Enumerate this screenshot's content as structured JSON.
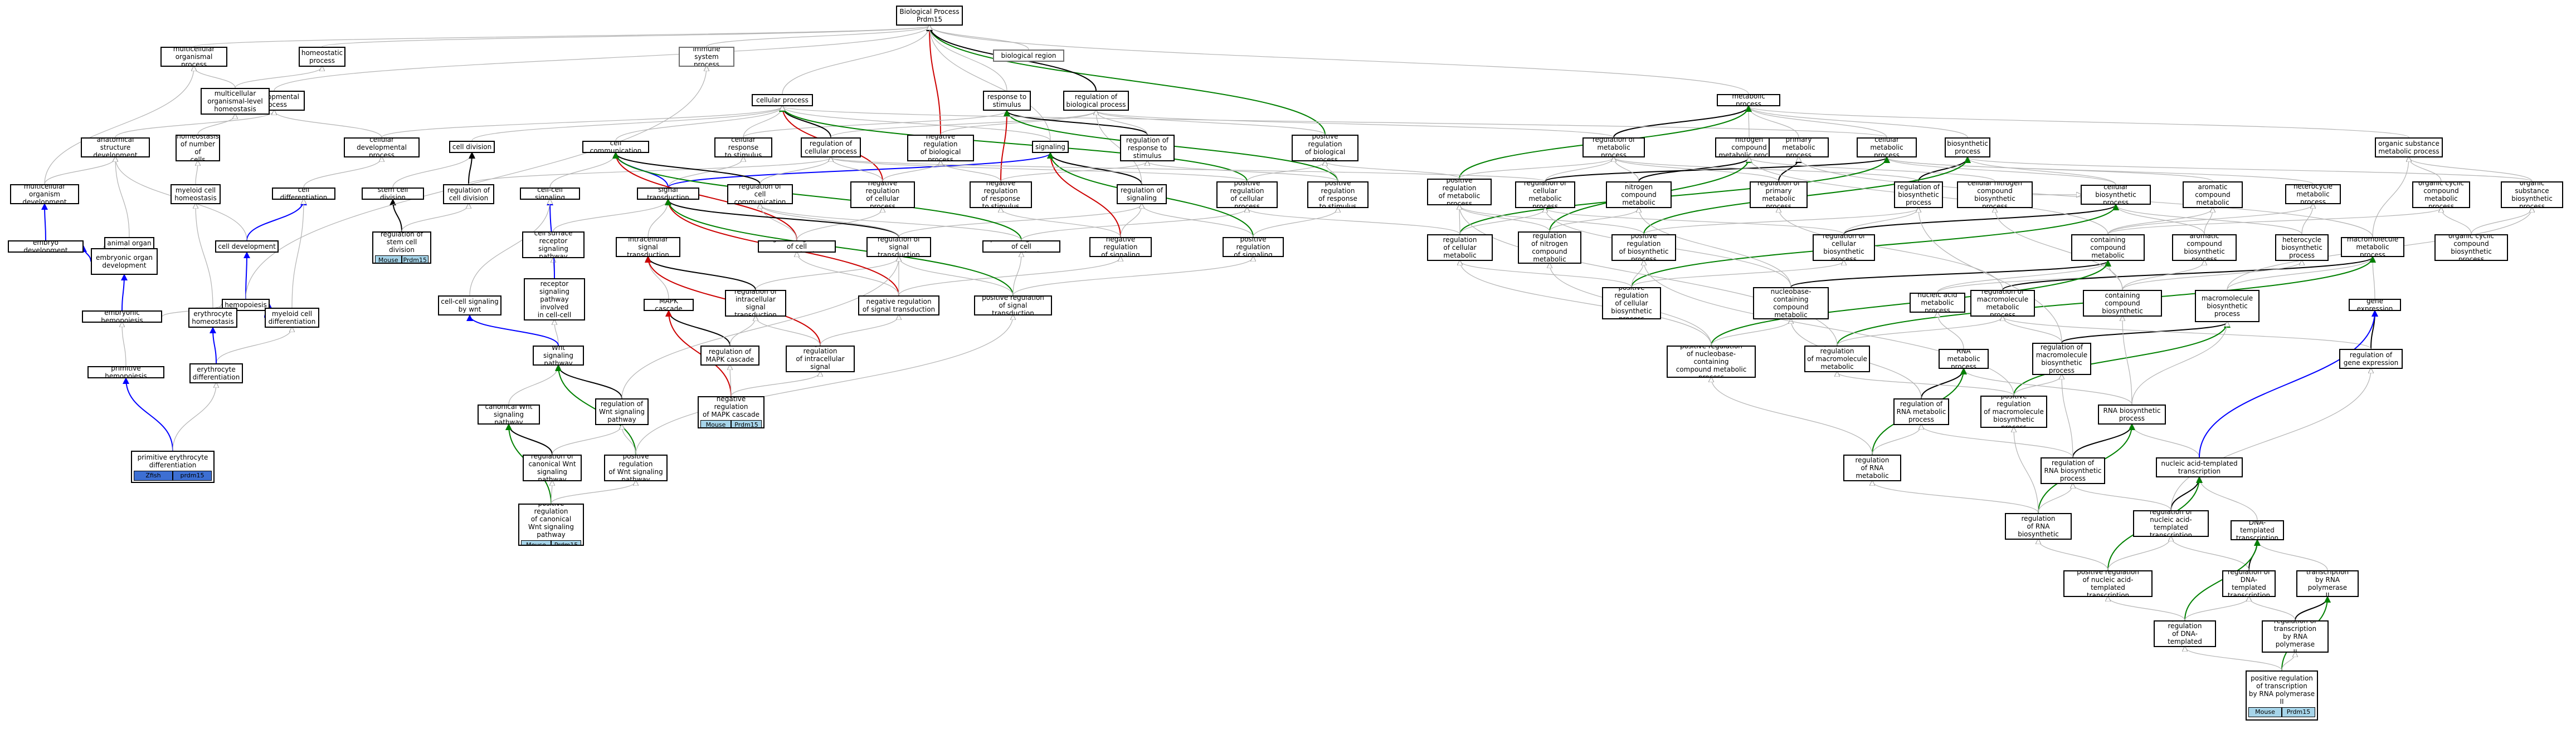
{
  "nodes": {
    "bp": {
      "label": "Biological Process\nPrdm15"
    },
    "biological_region": {
      "label": "biological region"
    },
    "multicell_org": {
      "label": "multicellular\norganismal process"
    },
    "homeostatic": {
      "label": "homeostatic\nprocess"
    },
    "immune": {
      "label": "immune system\nprocess"
    },
    "developmental": {
      "label": "developmental\nprocess"
    },
    "mc_homeostasis": {
      "label": "multicellular\norganismal-level\nhomeostasis"
    },
    "cellular_process": {
      "label": "cellular process"
    },
    "response_stimulus": {
      "label": "response to\nstimulus"
    },
    "reg_bio": {
      "label": "regulation of\nbiological process"
    },
    "neg_reg_bio": {
      "label": "negative regulation\nof biological\nprocess"
    },
    "pos_reg_bio": {
      "label": "positive regulation\nof biological\nprocess"
    },
    "anat_struct": {
      "label": "anatomical structure\ndevelopment"
    },
    "homeo_cells": {
      "label": "homeostasis\nof number of\ncells"
    },
    "cell_dev_proc": {
      "label": "cellular developmental\nprocess"
    },
    "cell_division": {
      "label": "cell division"
    },
    "cell_communication": {
      "label": "cell communication"
    },
    "cell_resp_stim": {
      "label": "cellular response\nto stimulus"
    },
    "reg_cell_proc": {
      "label": "regulation of\ncellular process"
    },
    "signaling": {
      "label": "signaling"
    },
    "reg_resp_stim": {
      "label": "regulation of\nresponse to\nstimulus"
    },
    "multicell_org_dev": {
      "label": "multicellular\norganism development"
    },
    "myeloid_homeo": {
      "label": "myeloid cell\nhomeostasis"
    },
    "cell_differentiation": {
      "label": "cell differentiation"
    },
    "stem_cell_division": {
      "label": "stem cell division"
    },
    "reg_cell_division": {
      "label": "regulation of\ncell division"
    },
    "cell_cell_signaling": {
      "label": "cell-cell signaling"
    },
    "signal_transduction": {
      "label": "signal transduction"
    },
    "reg_cell_comm": {
      "label": "regulation of\ncell communication"
    },
    "neg_reg_cell_proc": {
      "label": "negative regulation\nof cellular\nprocess"
    },
    "neg_reg_resp": {
      "label": "negative regulation\nof response\nto stimulus"
    },
    "reg_signaling": {
      "label": "regulation of\nsignaling"
    },
    "pos_reg_cell_proc": {
      "label": "positive regulation\nof cellular\nprocess"
    },
    "pos_reg_resp": {
      "label": "positive regulation\nof response\nto stimulus"
    },
    "embryo_dev": {
      "label": "embryo development"
    },
    "animal_organ_dev": {
      "label": "animal organ\ndevelopment"
    },
    "cell_development": {
      "label": "cell development"
    },
    "reg_stem_cell_div": {
      "label": "regulation of\nstem cell division"
    },
    "cs_receptor": {
      "label": "cell surface\nreceptor signaling\npathway"
    },
    "intracellular_st": {
      "label": "intracellular\nsignal transduction"
    },
    "neg_reg_cell_comm": {
      "label": "negative regulation\nof cell communication"
    },
    "reg_signal_trans": {
      "label": "regulation of\nsignal transduction"
    },
    "pos_reg_cell_comm": {
      "label": "positive regulation\nof cell communication"
    },
    "neg_reg_signaling": {
      "label": "negative regulation\nof signaling"
    },
    "pos_reg_signaling": {
      "label": "positive regulation\nof signaling"
    },
    "embryonic_organ_dev": {
      "label": "embryonic organ\ndevelopment"
    },
    "hemopoiesis": {
      "label": "hemopoiesis"
    },
    "cs_receptor_cc": {
      "label": "cell surface\nreceptor signaling\npathway involved\nin cell-cell\nsignaling"
    },
    "cc_signaling_wnt": {
      "label": "cell-cell signaling\nby wnt"
    },
    "mapk_cascade": {
      "label": "MAPK cascade"
    },
    "reg_intra_st": {
      "label": "regulation of\nintracellular\nsignal transduction"
    },
    "neg_reg_st": {
      "label": "negative regulation\nof signal transduction"
    },
    "pos_reg_st": {
      "label": "positive regulation\nof signal transduction"
    },
    "embryonic_hemo": {
      "label": "embryonic hemopoiesis"
    },
    "erythrocyte_homeo": {
      "label": "erythrocyte\nhomeostasis"
    },
    "myeloid_diff": {
      "label": "myeloid cell\ndifferentiation"
    },
    "wnt_pathway": {
      "label": "Wnt signaling\npathway"
    },
    "reg_mapk": {
      "label": "regulation of\nMAPK cascade"
    },
    "neg_reg_intra_st": {
      "label": "negative regulation\nof intracellular\nsignal transduction"
    },
    "primitive_hemo": {
      "label": "primitive hemopoiesis"
    },
    "erythrocyte_diff": {
      "label": "erythrocyte\ndifferentiation"
    },
    "canonical_wnt": {
      "label": "canonical Wnt\nsignaling pathway"
    },
    "reg_wnt": {
      "label": "regulation of\nWnt signaling\npathway"
    },
    "neg_reg_mapk": {
      "label": "negative regulation\nof MAPK cascade"
    },
    "prim_ery_diff": {
      "label": "primitive erythrocyte\ndifferentiation"
    },
    "reg_canonical_wnt": {
      "label": "regulation of\ncanonical Wnt\nsignaling pathway"
    },
    "pos_reg_wnt": {
      "label": "positive regulation\nof Wnt signaling\npathway"
    },
    "pos_reg_canonical_wnt": {
      "label": "positive regulation\nof canonical\nWnt signaling\npathway"
    },
    "metabolic": {
      "label": "metabolic process"
    },
    "reg_metabolic": {
      "label": "regulation of\nmetabolic process"
    },
    "nitrogen_met": {
      "label": "nitrogen compound\nmetabolic process"
    },
    "primary_met": {
      "label": "primary metabolic\nprocess"
    },
    "cellular_met": {
      "label": "cellular metabolic\nprocess"
    },
    "biosynthetic": {
      "label": "biosynthetic\nprocess"
    },
    "organic_sub_met": {
      "label": "organic substance\nmetabolic process"
    },
    "pos_reg_met": {
      "label": "positive regulation\nof metabolic\nprocess"
    },
    "reg_cell_met": {
      "label": "regulation of\ncellular metabolic\nprocess"
    },
    "reg_nitrogen_met": {
      "label": "regulation of\nnitrogen compound\nmetabolic process"
    },
    "reg_primary_met": {
      "label": "regulation of\nprimary metabolic\nprocess"
    },
    "reg_biosynthetic": {
      "label": "regulation of\nbiosynthetic\nprocess"
    },
    "cell_nitrogen_bios": {
      "label": "cellular nitrogen\ncompound biosynthetic\nprocess"
    },
    "cell_bios": {
      "label": "cellular biosynthetic\nprocess"
    },
    "cell_aromatic_met": {
      "label": "cellular aromatic\ncompound metabolic\nprocess"
    },
    "heterocycle_met": {
      "label": "heterocycle\nmetabolic process"
    },
    "organic_cyclic_met": {
      "label": "organic cyclic\ncompound metabolic\nprocess"
    },
    "organic_sub_bios": {
      "label": "organic substance\nbiosynthetic\nprocess"
    },
    "pos_reg_cell_met": {
      "label": "positive regulation\nof cellular\nmetabolic process"
    },
    "pos_reg_nitrogen_met": {
      "label": "positive regulation\nof nitrogen\ncompound metabolic\nprocess"
    },
    "pos_reg_bios": {
      "label": "positive regulation\nof biosynthetic\nprocess"
    },
    "reg_cell_bios": {
      "label": "regulation of\ncellular biosynthetic\nprocess"
    },
    "nucleobase_met": {
      "label": "nucleobase-containing\ncompound metabolic\nprocess"
    },
    "aromatic_bios": {
      "label": "aromatic compound\nbiosynthetic\nprocess"
    },
    "heterocycle_bios": {
      "label": "heterocycle\nbiosynthetic\nprocess"
    },
    "macromolecule_met": {
      "label": "macromolecule\nmetabolic process"
    },
    "organic_cyclic_bios": {
      "label": "organic cyclic\ncompound biosynthetic\nprocess"
    },
    "pos_reg_cell_bios": {
      "label": "positive regulation\nof cellular\nbiosynthetic\nprocess"
    },
    "reg_nucleobase_met": {
      "label": "regulation of\nnucleobase-containing\ncompound metabolic\nprocess"
    },
    "nucleic_acid_met": {
      "label": "nucleic acid\nmetabolic process"
    },
    "reg_macromolecule_met": {
      "label": "regulation of\nmacromolecule\nmetabolic process"
    },
    "nucleobase_bios": {
      "label": "nucleobase-containing\ncompound biosynthetic\nprocess"
    },
    "macromolecule_bios": {
      "label": "macromolecule\nbiosynthetic\nprocess"
    },
    "gene_expression": {
      "label": "gene expression"
    },
    "pos_reg_nucleobase_met": {
      "label": "positive regulation\nof nucleobase-containing\ncompound metabolic\nprocess"
    },
    "pos_reg_macro_met": {
      "label": "positive regulation\nof macromolecule\nmetabolic process"
    },
    "rna_met": {
      "label": "RNA metabolic\nprocess"
    },
    "reg_macro_bios": {
      "label": "regulation of\nmacromolecule\nbiosynthetic\nprocess"
    },
    "reg_gene_expression": {
      "label": "regulation of\ngene expression"
    },
    "reg_rna_met": {
      "label": "regulation of\nRNA metabolic\nprocess"
    },
    "pos_reg_macro_bios": {
      "label": "positive regulation\nof macromolecule\nbiosynthetic\nprocess"
    },
    "rna_bios": {
      "label": "RNA biosynthetic\nprocess"
    },
    "pos_reg_rna_met": {
      "label": "positive regulation\nof RNA metabolic\nprocess"
    },
    "reg_rna_bios": {
      "label": "regulation of\nRNA biosynthetic\nprocess"
    },
    "na_templated_tx": {
      "label": "nucleic acid-templated\ntranscription"
    },
    "pos_reg_rna_bios": {
      "label": "positive regulation\nof RNA biosynthetic\nprocess"
    },
    "reg_na_templated_tx": {
      "label": "regulation of\nnucleic acid-templated\ntranscription"
    },
    "dna_templated_tx": {
      "label": "DNA-templated\ntranscription"
    },
    "pos_reg_na_tx": {
      "label": "positive regulation\nof nucleic acid-templated\ntranscription"
    },
    "reg_dna_tx": {
      "label": "regulation of\nDNA-templated\ntranscription"
    },
    "tx_rna_pol2": {
      "label": "transcription\nby RNA polymerase\nII"
    },
    "pos_reg_dna_tx": {
      "label": "positive regulation\nof DNA-templated\ntranscription"
    },
    "reg_tx_pol2": {
      "label": "regulation of\ntranscription\nby RNA polymerase\nII"
    },
    "pos_reg_tx_pol2": {
      "label": "positive regulation\nof transcription\nby RNA polymerase\nII"
    }
  },
  "annotations": {
    "reg_stem_cell_div": [
      "Mouse",
      "Prdm15"
    ],
    "neg_reg_mapk": [
      "Mouse",
      "Prdm15"
    ],
    "prim_ery_diff": [
      "Zfish",
      "prdm15"
    ],
    "pos_reg_canonical_wnt": [
      "Mouse",
      "Prdm15"
    ],
    "pos_reg_tx_pol2": [
      "Mouse",
      "Prdm15"
    ]
  },
  "edge_colors": {
    "is_a": "#b3b3b3",
    "part_of": "#0000ff",
    "regulates": "#000000",
    "negatively_regulates": "#cc0000",
    "positively_regulates": "#008000"
  }
}
